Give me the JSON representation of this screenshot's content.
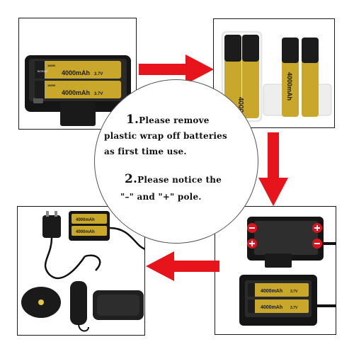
{
  "instructions": {
    "step1_number": "1.",
    "step1_line1": "Please remove",
    "step1_line2": "plastic wrap off batteries",
    "step1_line3": "as first time use.",
    "step2_number": "2.",
    "step2_line1": "Please notice the",
    "step2_line2": "\"–\" and \"+\" pole."
  },
  "battery": {
    "capacity": "4000mAh",
    "voltage": "3.7V",
    "model": "18650",
    "brand": "BORUIT"
  },
  "colors": {
    "arrow": "#e8141b",
    "battery_gold": "#c9a72a",
    "battery_black": "#1c1c1c",
    "case_black": "#151515",
    "pole_red": "#d9141e"
  },
  "icons": {
    "arrow": "red-arrow-icon",
    "plus": "plus-icon",
    "minus": "minus-icon"
  }
}
